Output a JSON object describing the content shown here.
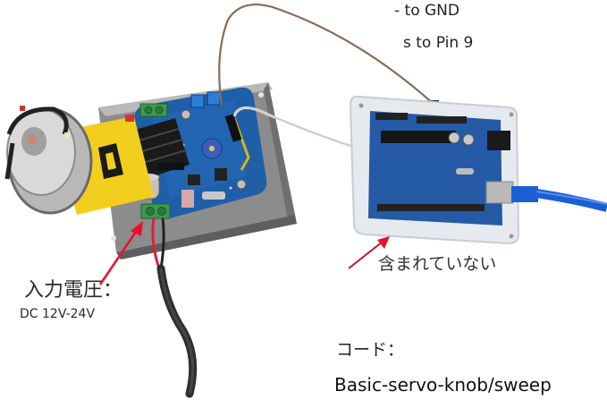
{
  "annotations": {
    "gnd_wire": "- to GND",
    "signal_wire": "s to Pin 9",
    "input_voltage_title": "入力電圧：",
    "input_voltage_value": "DC 12V-24V",
    "not_included": "含まれていない",
    "code_title": "コード：",
    "code_value": "Basic-servo-knob/sweep"
  },
  "colors": {
    "arrow": "#e8102a",
    "pcb_blue": "#1f5fa8",
    "motor_yellow": "#f2cf1d",
    "heatsink": "#1a1a1a",
    "terminal_green": "#3c9a4e",
    "enclosure_gray": "#9a9a9a",
    "usb_blue": "#1b5fd6",
    "wire_brown": "#8a6a55"
  }
}
